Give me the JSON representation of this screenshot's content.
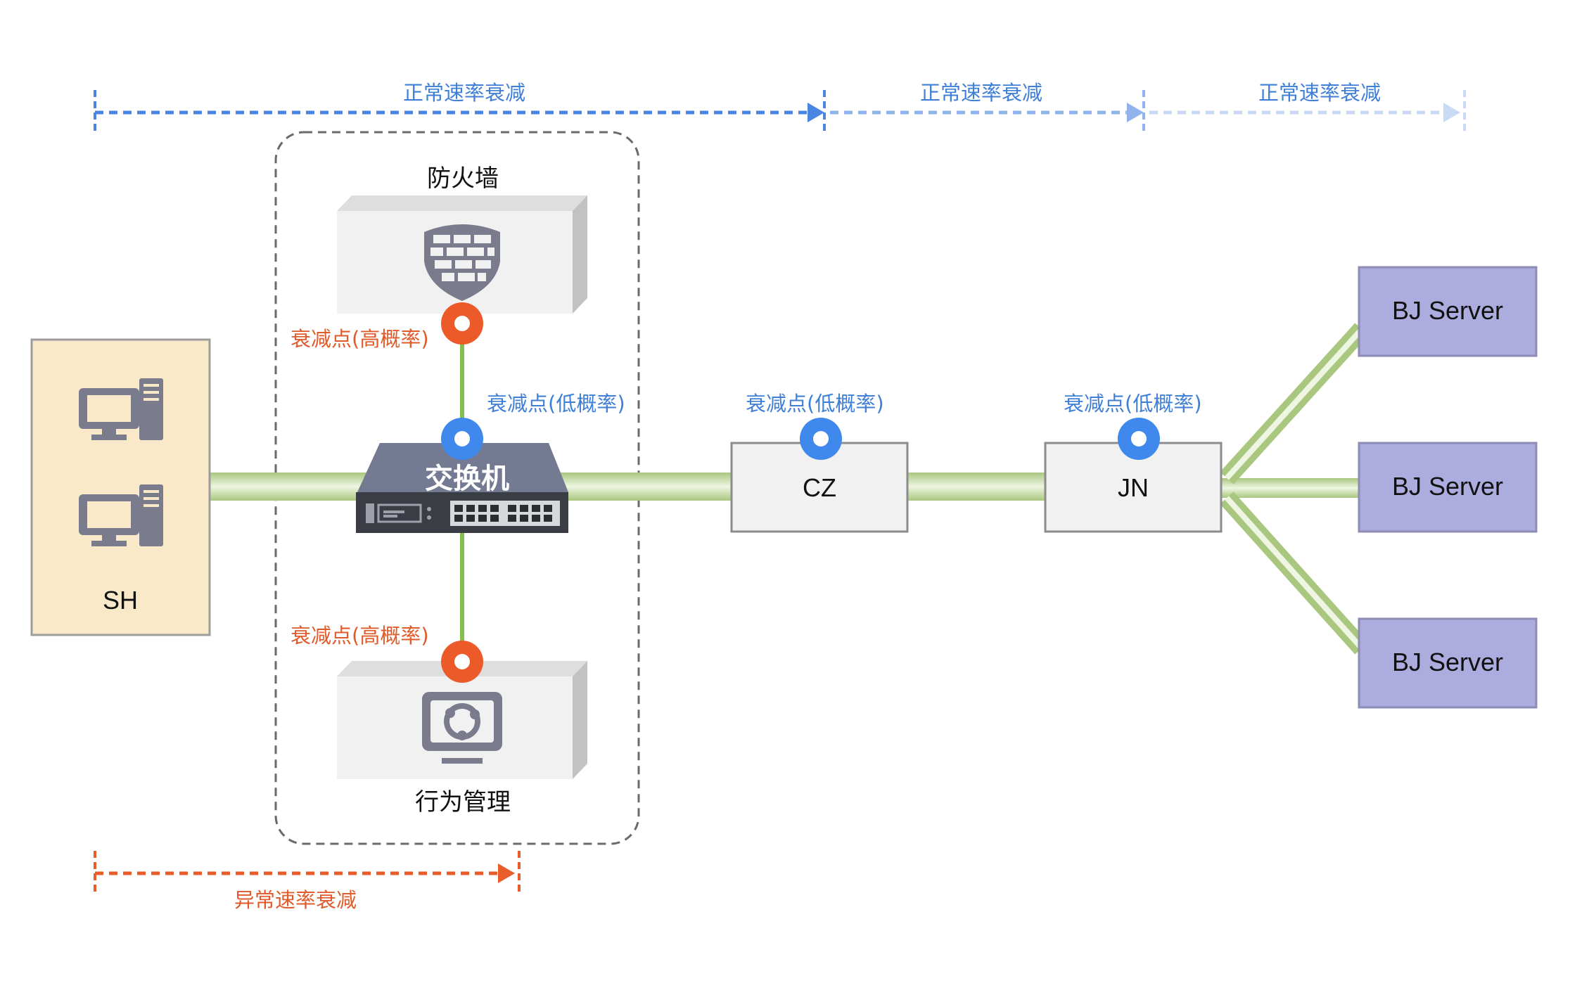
{
  "rate_labels": {
    "normal_1": "正常速率衰减",
    "normal_2": "正常速率衰减",
    "normal_3": "正常速率衰减",
    "abnormal": "异常速率衰减"
  },
  "nodes": {
    "sh": "SH",
    "firewall": "防火墙",
    "switch": "交换机",
    "behavior": "行为管理",
    "cz": "CZ",
    "jn": "JN",
    "server_1": "BJ Server",
    "server_2": "BJ Server",
    "server_3": "BJ Server"
  },
  "points": {
    "firewall": "衰减点(高概率)",
    "switch": "衰减点(低概率)",
    "behavior": "衰减点(高概率)",
    "cz": "衰减点(低概率)",
    "jn": "衰减点(低概率)"
  },
  "colors": {
    "normal_arrow": "#4a86e0",
    "abnormal_arrow": "#e85d2a",
    "link": "#b9d194",
    "sh_box": "#fae9c9",
    "server_box": "#adacdf",
    "high_point": "#ec5a2a",
    "low_point": "#3f88ec"
  },
  "icons": [
    "desktop-computer-icon",
    "firewall-shield-icon",
    "network-switch-icon",
    "behavior-monitor-icon"
  ]
}
